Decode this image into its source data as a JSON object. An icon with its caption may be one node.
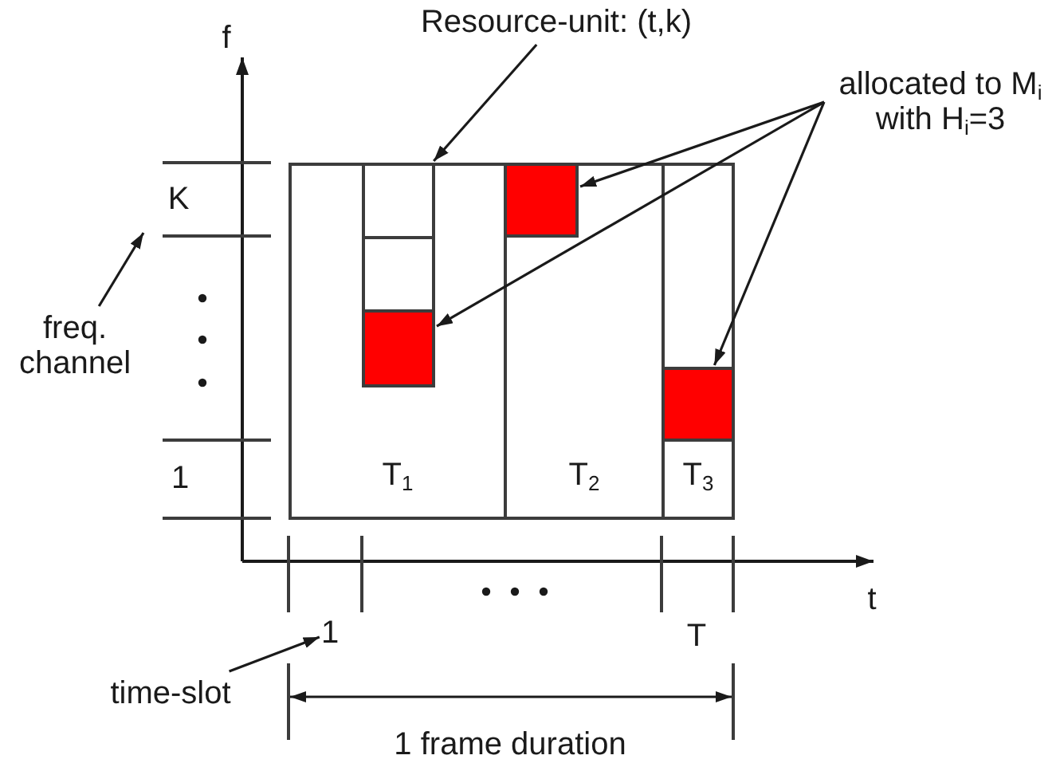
{
  "diagram": {
    "nodes": [
      {
        "text": [
          "Resource-unit: (t,k)"
        ]
      },
      {
        "text": [
          "allocated to M$_{i}$ with H$_{i}$=3"
        ]
      },
      {
        "text": [
          "freq. channel"
        ]
      },
      {
        "text": [
          "T$_{1}$"
        ]
      },
      {
        "text": [],
        "shape": "box",
        "in": 3
      },
      {
        "text": [],
        "shape": "box",
        "in": 3
      },
      {
        "text": [],
        "shape": "box",
        "in": 3
      },
      {
        "text": [
          "T$_{2}$"
        ]
      },
      {
        "text": [],
        "shape": "box",
        "in": 7
      },
      {
        "text": [
          "T$_{3}$"
        ]
      },
      {
        "text": [],
        "shape": "box",
        "in": 9
      },
      {
        "text": [
          "1"
        ]
      },
      {
        "text": [
          "time-slot"
        ]
      }
    ],
    "edges": [
      {
        "from": 0,
        "to": 4,
        "arrow": "to"
      },
      {
        "from": 1,
        "to": 8,
        "arrow": "to"
      },
      {
        "from": 1,
        "to": 6,
        "arrow": "to"
      },
      {
        "from": 1,
        "to": 10,
        "arrow": "to"
      },
      {
        "from": 2,
        "to": null,
        "arrow": "to"
      },
      {
        "from": 12,
        "to": 11,
        "arrow": "to"
      }
    ],
    "labels": [
      "f",
      "K",
      "1",
      "t",
      "T",
      "1 frame duration"
    ]
  }
}
